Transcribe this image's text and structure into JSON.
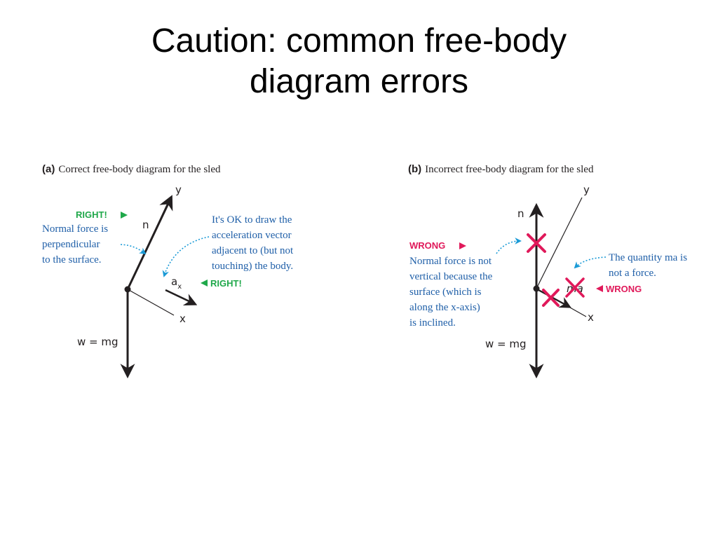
{
  "slide": {
    "title_line1": "Caution: common free-body",
    "title_line2": "diagram errors"
  },
  "panel_a": {
    "label": "(a)",
    "title": "Correct free-body diagram for the sled",
    "axis_y": "y",
    "axis_x": "x",
    "normal_label": "n",
    "weight_label": "w = mg",
    "accel_label": "a",
    "accel_sub": "x",
    "normal_status": "RIGHT!",
    "normal_note": [
      "Normal force is",
      "perpendicular",
      "to the surface."
    ],
    "accel_status": "RIGHT!",
    "accel_note": [
      "It's OK to draw the",
      "acceleration vector",
      "adjacent to (but not",
      "touching) the body."
    ]
  },
  "panel_b": {
    "label": "(b)",
    "title": "Incorrect free-body diagram for the sled",
    "axis_y": "y",
    "axis_x": "x",
    "normal_label": "n",
    "weight_label": "w = mg",
    "ma_label": "ma",
    "normal_status": "WRONG",
    "normal_note": [
      "Normal force is not",
      "vertical because the",
      "surface (which is",
      "along the x-axis)",
      "is inclined."
    ],
    "ma_status": "WRONG",
    "ma_note": [
      "The quantity ma is",
      "not a force."
    ]
  },
  "colors": {
    "right": "#1fa84a",
    "wrong": "#e0195a",
    "note": "#1f5fa8",
    "ink": "#231f20",
    "arrow_note": "#1a9ad6"
  }
}
